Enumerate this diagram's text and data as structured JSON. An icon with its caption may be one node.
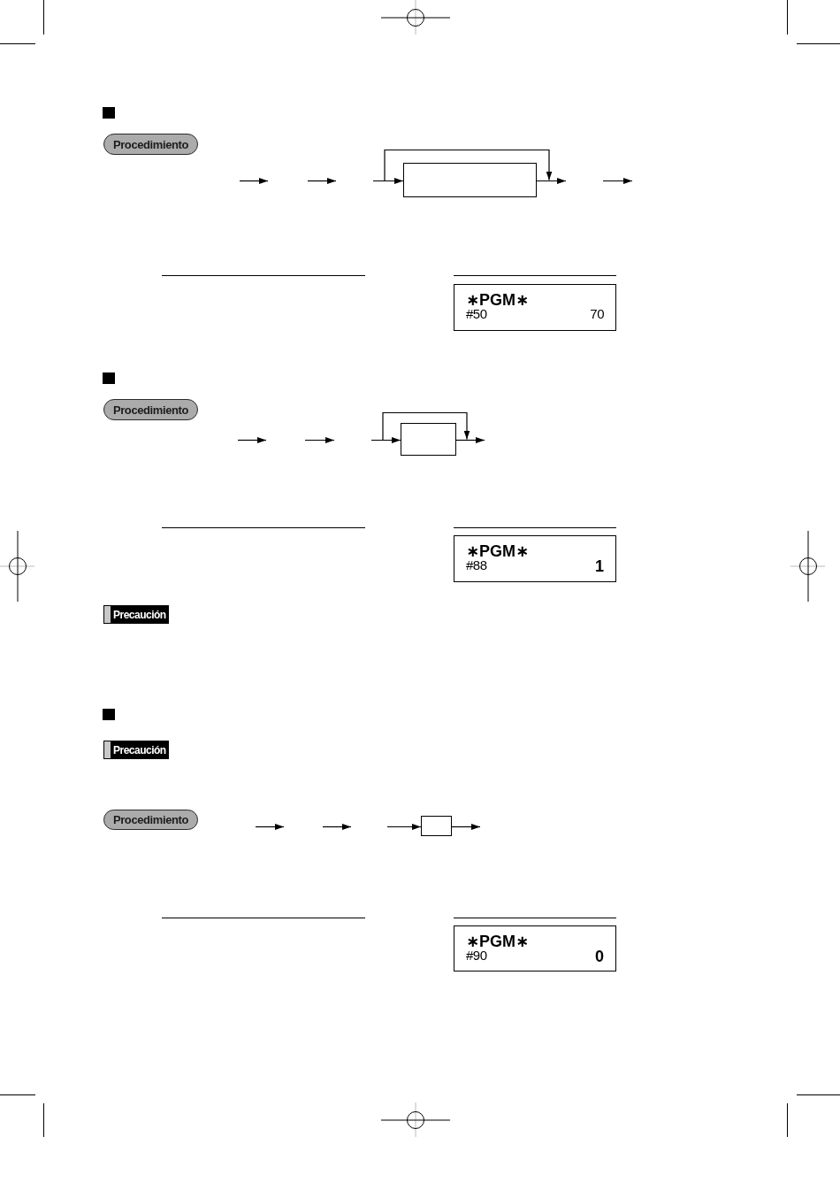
{
  "diagram": {
    "nodes": [
      {
        "text": [
          "Procedimiento"
        ]
      },
      {
        "text": [],
        "shape": "box"
      },
      {
        "text": [
          "∗PGM∗",
          "#50",
          "70"
        ]
      },
      {
        "text": [
          "Procedimiento"
        ]
      },
      {
        "text": [],
        "shape": "box"
      },
      {
        "text": [
          "∗PGM∗",
          "#88",
          "1"
        ]
      },
      {
        "text": [
          "Precaución"
        ]
      },
      {
        "text": [
          "Precaución"
        ]
      },
      {
        "text": [
          "Procedimiento"
        ]
      },
      {
        "text": [],
        "shape": "box"
      },
      {
        "text": [
          "∗PGM∗",
          "#90",
          "0"
        ]
      }
    ],
    "edges": [
      {
        "from": null,
        "to": 1,
        "arrow": "to"
      },
      {
        "from": 1,
        "to": null,
        "arrow": "to"
      },
      {
        "from": null,
        "to": 4,
        "arrow": "to"
      },
      {
        "from": 4,
        "to": null,
        "arrow": "to"
      },
      {
        "from": null,
        "to": 9,
        "arrow": "to"
      },
      {
        "from": 9,
        "to": null,
        "arrow": "to"
      }
    ]
  }
}
